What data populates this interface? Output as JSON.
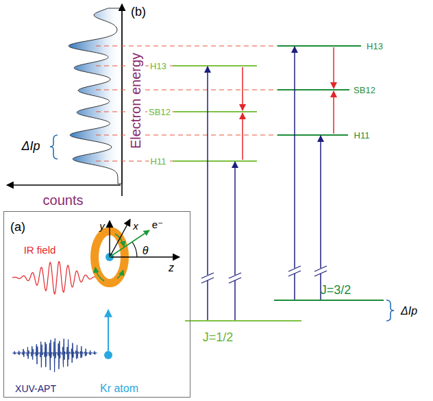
{
  "diagram": {
    "nodes": [
      {
        "text": [
          "(a)",
          "IR field",
          "XUV-APT",
          "Kr atom",
          "y",
          "x",
          "z",
          "e⁻",
          "θ"
        ]
      }
    ],
    "labels": [
      "(b)",
      "Electron energy",
      "ΔIp",
      "counts",
      "H13",
      "SB12",
      "H11",
      "H13",
      "SB12",
      "H11",
      "J=1/2",
      "J=3/2",
      "ΔIp"
    ]
  }
}
